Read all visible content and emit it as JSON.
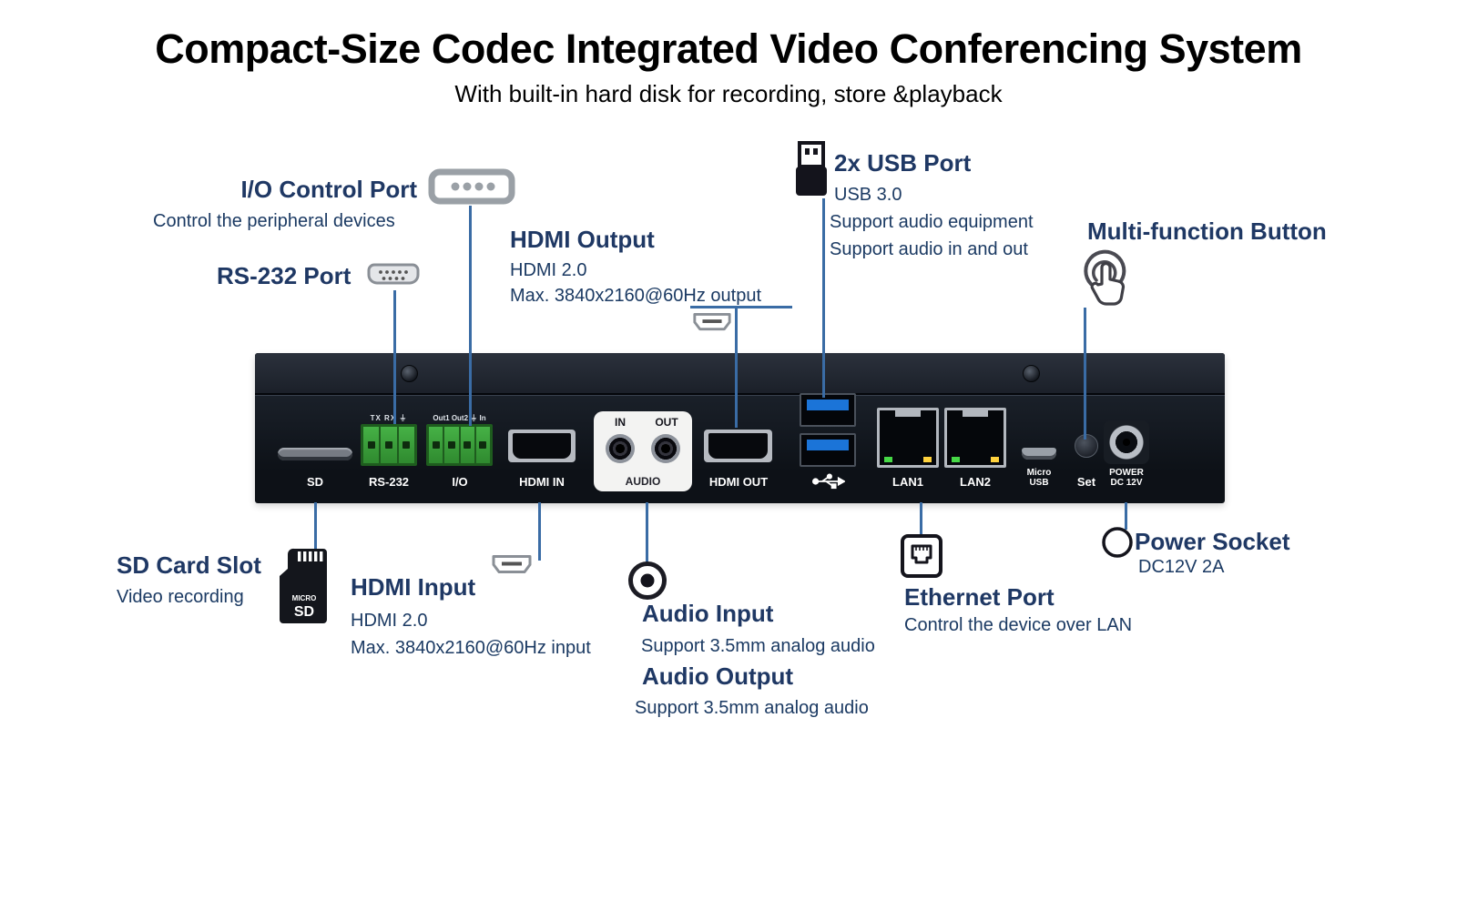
{
  "title": "Compact-Size Codec Integrated Video Conferencing System",
  "subtitle": "With built-in hard disk for recording, store &playback",
  "callouts": {
    "io_control": {
      "heading": "I/O Control Port",
      "desc": "Control the peripheral devices"
    },
    "rs232": {
      "heading": "RS-232 Port"
    },
    "hdmi_output": {
      "heading": "HDMI Output",
      "spec1": "HDMI 2.0",
      "spec2": "Max. 3840x2160@60Hz output"
    },
    "usb": {
      "heading": "2x USB Port",
      "spec1": "USB 3.0",
      "spec2": "Support audio equipment",
      "spec3": "Support audio in and out"
    },
    "multi_function": {
      "heading": "Multi-function Button"
    },
    "sd_card": {
      "heading": "SD Card Slot",
      "desc": "Video recording"
    },
    "hdmi_input": {
      "heading": "HDMI Input",
      "spec1": "HDMI 2.0",
      "spec2": "Max. 3840x2160@60Hz input"
    },
    "audio_input": {
      "heading": "Audio Input",
      "desc": "Support 3.5mm analog audio"
    },
    "audio_output": {
      "heading": "Audio Output",
      "desc": "Support 3.5mm analog audio"
    },
    "ethernet": {
      "heading": "Ethernet Port",
      "desc": "Control the device over LAN"
    },
    "power": {
      "heading": "Power Socket",
      "desc": "DC12V 2A"
    }
  },
  "panel": {
    "sd": "SD",
    "rs232_pins": "TX RX ⏚",
    "rs232": "RS-232",
    "io_pins": "Out1 Out2 ⏚ In",
    "io": "I/O",
    "hdmi_in": "HDMI IN",
    "audio_in": "IN",
    "audio_out": "OUT",
    "audio": "AUDIO",
    "hdmi_out": "HDMI OUT",
    "lan1": "LAN1",
    "lan2": "LAN2",
    "micro": "Micro",
    "micro_usb": "USB",
    "set": "Set",
    "power1": "POWER",
    "power2": "DC 12V"
  },
  "sd_icon": {
    "micro": "MICRO",
    "sd": "SD"
  },
  "colors": {
    "heading": "#1F3864",
    "body": "#1B3A63",
    "leader": "#3A6CA5"
  }
}
